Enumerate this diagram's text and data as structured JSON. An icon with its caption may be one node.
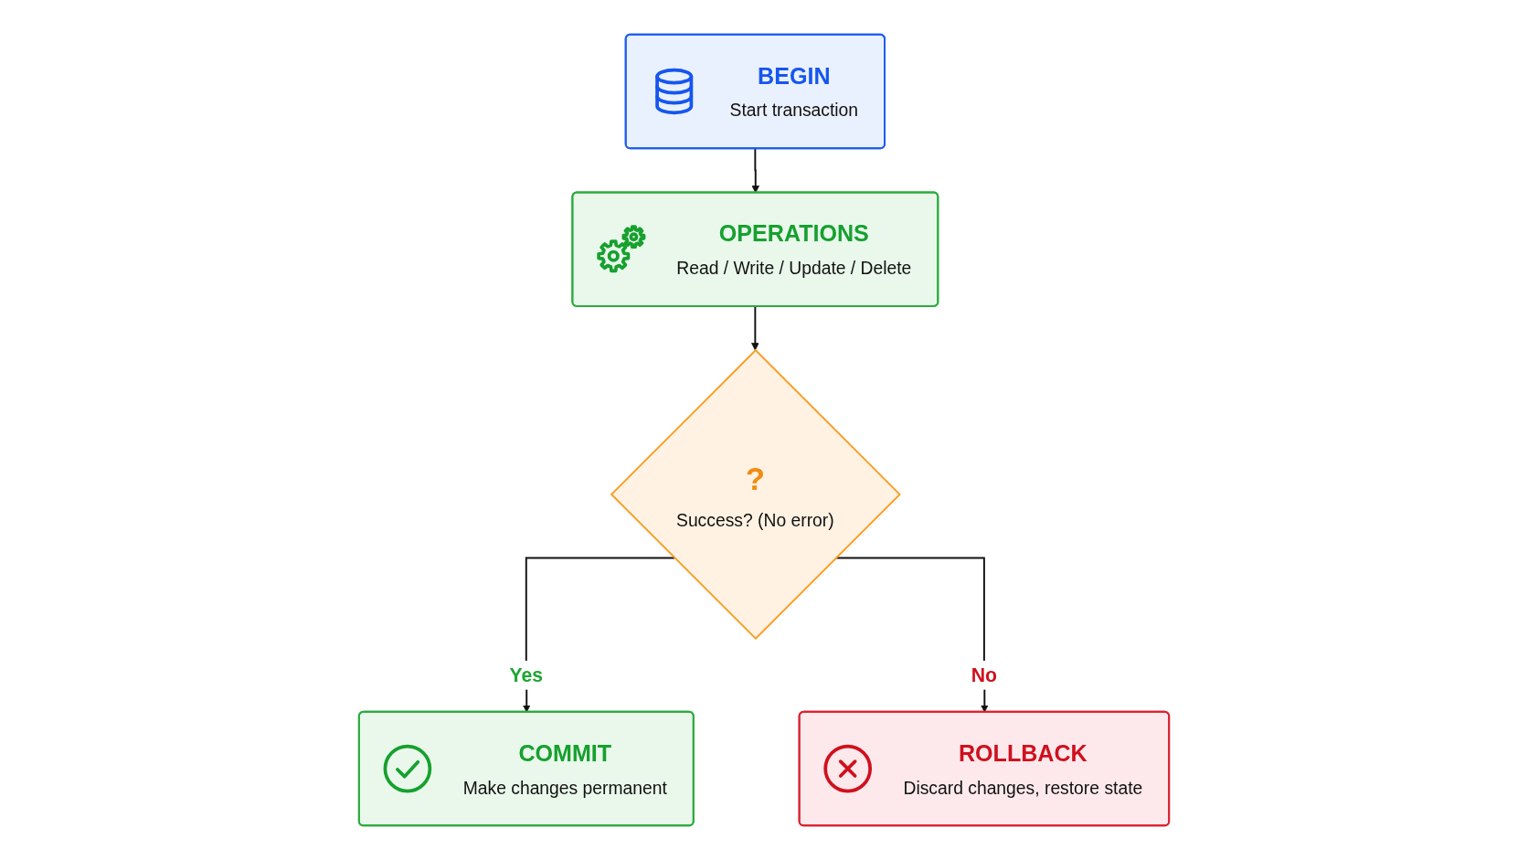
{
  "diagram": {
    "nodes": [
      {
        "text": [
          "BEGIN",
          "Start transaction"
        ]
      },
      {
        "text": [
          "OPERATIONS",
          "Read / Write / Update / Delete"
        ]
      },
      {
        "text": [
          "?",
          "Success? (No error)"
        ]
      },
      {
        "text": [
          "COMMIT",
          "Make changes permanent"
        ]
      },
      {
        "text": [
          "ROLLBACK",
          "Discard changes, restore state"
        ]
      }
    ],
    "edges": [
      {
        "from": 0,
        "to": 1,
        "arrow": "to"
      },
      {
        "from": 1,
        "to": 2,
        "arrow": "to"
      },
      {
        "from": 2,
        "to": 3,
        "arrow": "to",
        "label": "Yes"
      },
      {
        "from": 2,
        "to": 4,
        "arrow": "to",
        "label": "No"
      }
    ]
  }
}
